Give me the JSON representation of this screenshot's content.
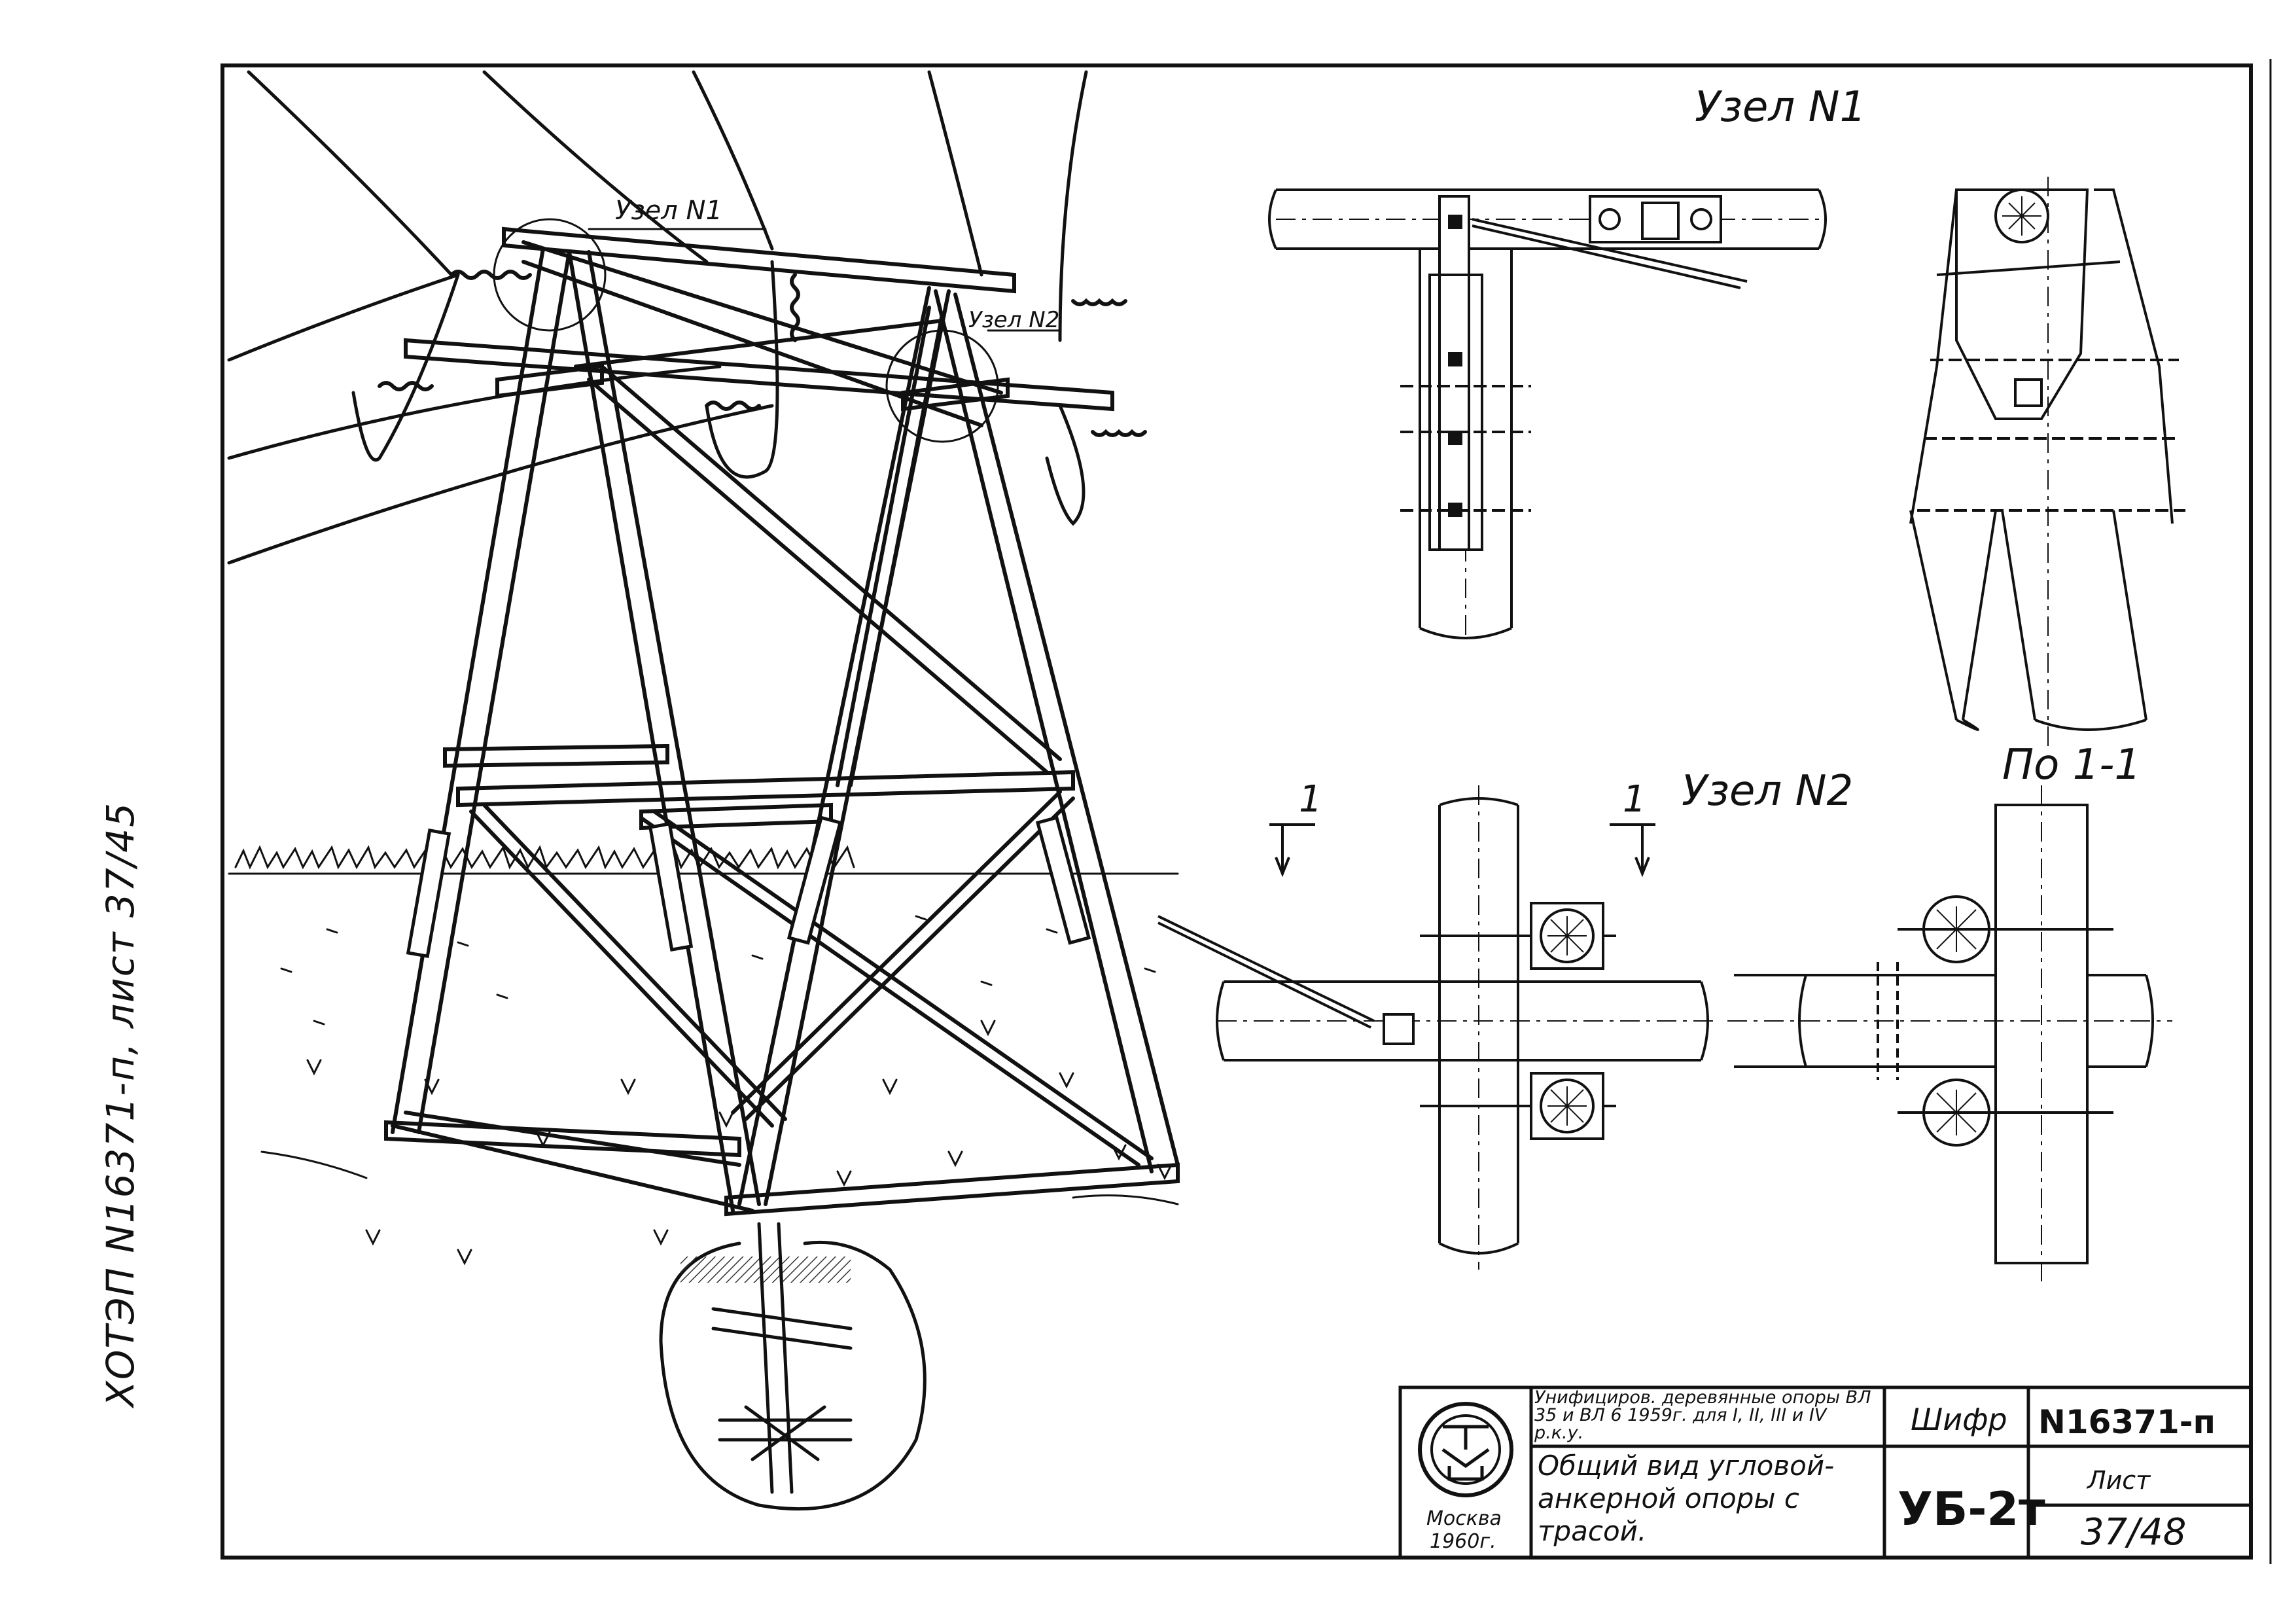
{
  "side_note": "ХОТЭП N16371-п,  лист 37/45",
  "views": {
    "general_callouts": {
      "node1": "Узел N1",
      "node2": "Узел N2"
    },
    "node1_title": "Узел N1",
    "node2_title": "Узел N2",
    "section_title": "По 1-1",
    "section_marks": [
      "1",
      "1"
    ]
  },
  "title_block": {
    "org": {
      "city": "Москва",
      "year": "1960г."
    },
    "description": "Унифициров. деревянные опоры ВЛ 35 и ВЛ 6 1959г. для I, II, III и IV р.к.у.",
    "drawing_title": "Общий вид угловой-анкерной опоры с трасой.",
    "cipher_label": "Шифр",
    "cipher_value": "УБ-2т",
    "doc_number": "N16371-п",
    "sheet_label": "Лист",
    "sheet_value": "37/48"
  },
  "colors": {
    "ink": "#111111",
    "paper": "#ffffff",
    "hatch": "#333333"
  }
}
